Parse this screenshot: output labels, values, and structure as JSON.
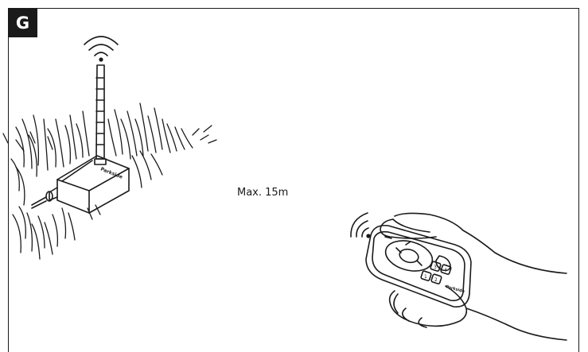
{
  "figure": {
    "label": "G",
    "range_text": "Max. 15m",
    "receiver_brand": "Parkside",
    "remote_brand": "Parkside",
    "remote_buttons": [
      "1",
      "2",
      "3",
      "4"
    ]
  }
}
